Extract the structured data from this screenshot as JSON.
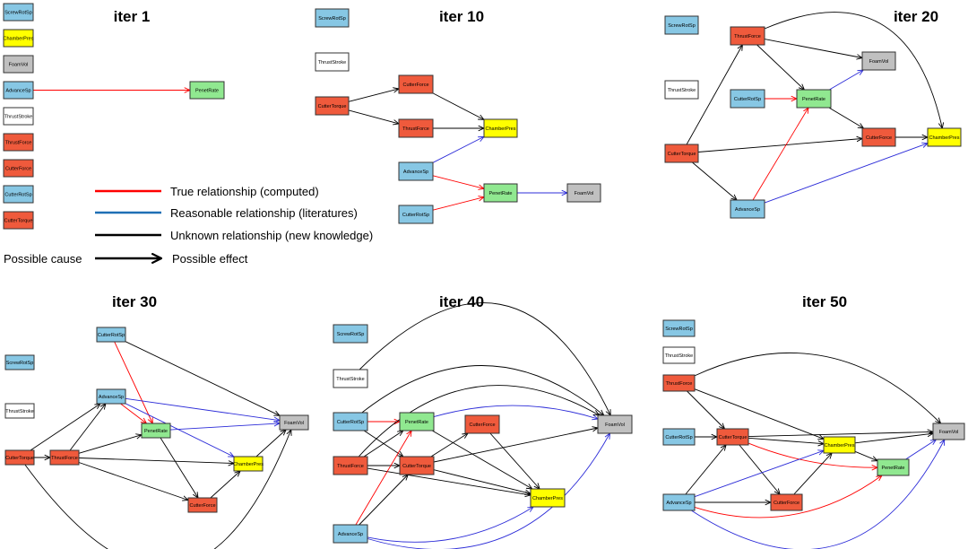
{
  "colors": {
    "red": "#ef5a3c",
    "blue": "#87c7e4",
    "yellow": "#ffff00",
    "gray": "#c0c0c0",
    "green": "#90e890",
    "white": "#ffffff",
    "edge_true": "#ff0000",
    "edge_reasonable": "#1f6fb5",
    "edge_blue": "#2c2cd8",
    "edge_unknown": "#000000"
  },
  "legend": {
    "true_label": "True relationship (computed)",
    "reasonable_label": "Reasonable relationship (literatures)",
    "unknown_label": "Unknown relationship (new knowledge)",
    "cause_label": "Possible cause",
    "effect_label": "Possible effect"
  },
  "panels": [
    {
      "title": "iter 1",
      "nodes": [
        {
          "id": "ScrewRotSp",
          "label": "ScrewRotSp",
          "color": "blue"
        },
        {
          "id": "ChamberPres",
          "label": "ChamberPres",
          "color": "yellow"
        },
        {
          "id": "FoamVol",
          "label": "FoamVol",
          "color": "gray"
        },
        {
          "id": "AdvanceSp",
          "label": "AdvanceSp",
          "color": "blue"
        },
        {
          "id": "ThrustStroke",
          "label": "ThrustStroke",
          "color": "white"
        },
        {
          "id": "ThrustForce",
          "label": "ThrustForce",
          "color": "red"
        },
        {
          "id": "CutterForce",
          "label": "CutterForce",
          "color": "red"
        },
        {
          "id": "CutterRotSp",
          "label": "CutterRotSp",
          "color": "blue"
        },
        {
          "id": "CutterTorque",
          "label": "CutterTorque",
          "color": "red"
        },
        {
          "id": "PenetRate",
          "label": "PenetRate",
          "color": "green"
        }
      ],
      "edges": [
        {
          "from": "AdvanceSp",
          "to": "PenetRate",
          "kind": "true"
        }
      ]
    },
    {
      "title": "iter 10",
      "nodes": [
        {
          "id": "ScrewRotSp",
          "label": "ScrewRotSp",
          "color": "blue"
        },
        {
          "id": "ThrustStroke",
          "label": "ThrustStroke",
          "color": "white"
        },
        {
          "id": "CutterTorque",
          "label": "CutterTorque",
          "color": "red"
        },
        {
          "id": "CutterForce",
          "label": "CutterForce",
          "color": "red"
        },
        {
          "id": "ThrustForce",
          "label": "ThrustForce",
          "color": "red"
        },
        {
          "id": "ChamberPres",
          "label": "ChamberPres",
          "color": "yellow"
        },
        {
          "id": "AdvanceSp",
          "label": "AdvanceSp",
          "color": "blue"
        },
        {
          "id": "PenetRate",
          "label": "PenetRate",
          "color": "green"
        },
        {
          "id": "FoamVol",
          "label": "FoamVol",
          "color": "gray"
        },
        {
          "id": "CutterRotSp",
          "label": "CutterRotSp",
          "color": "blue"
        }
      ],
      "edges": [
        {
          "from": "CutterTorque",
          "to": "CutterForce",
          "kind": "unknown"
        },
        {
          "from": "CutterTorque",
          "to": "ThrustForce",
          "kind": "unknown"
        },
        {
          "from": "CutterForce",
          "to": "ChamberPres",
          "kind": "unknown"
        },
        {
          "from": "ThrustForce",
          "to": "ChamberPres",
          "kind": "unknown"
        },
        {
          "from": "AdvanceSp",
          "to": "ChamberPres",
          "kind": "blue"
        },
        {
          "from": "AdvanceSp",
          "to": "PenetRate",
          "kind": "true"
        },
        {
          "from": "CutterRotSp",
          "to": "PenetRate",
          "kind": "true"
        },
        {
          "from": "PenetRate",
          "to": "FoamVol",
          "kind": "blue"
        }
      ]
    },
    {
      "title": "iter 20",
      "nodes": [
        {
          "id": "ScrewRotSp",
          "label": "ScrewRotSp",
          "color": "blue"
        },
        {
          "id": "ThrustForce",
          "label": "ThrustForce",
          "color": "red"
        },
        {
          "id": "FoamVol",
          "label": "FoamVol",
          "color": "gray"
        },
        {
          "id": "ThrustStroke",
          "label": "ThrustStroke",
          "color": "white"
        },
        {
          "id": "CutterRotSp",
          "label": "CutterRotSp",
          "color": "blue"
        },
        {
          "id": "PenetRate",
          "label": "PenetRate",
          "color": "green"
        },
        {
          "id": "CutterForce",
          "label": "CutterForce",
          "color": "red"
        },
        {
          "id": "ChamberPres",
          "label": "ChamberPres",
          "color": "yellow"
        },
        {
          "id": "CutterTorque",
          "label": "CutterTorque",
          "color": "red"
        },
        {
          "id": "AdvanceSp",
          "label": "AdvanceSp",
          "color": "blue"
        }
      ],
      "edges": [
        {
          "from": "CutterTorque",
          "to": "ThrustForce",
          "kind": "unknown"
        },
        {
          "from": "ThrustForce",
          "to": "FoamVol",
          "kind": "unknown"
        },
        {
          "from": "ThrustForce",
          "to": "PenetRate",
          "kind": "unknown"
        },
        {
          "from": "ThrustForce",
          "to": "ChamberPres",
          "kind": "unknown",
          "curve": -60
        },
        {
          "from": "CutterRotSp",
          "to": "PenetRate",
          "kind": "true"
        },
        {
          "from": "PenetRate",
          "to": "FoamVol",
          "kind": "blue"
        },
        {
          "from": "PenetRate",
          "to": "CutterForce",
          "kind": "unknown"
        },
        {
          "from": "CutterForce",
          "to": "ChamberPres",
          "kind": "unknown"
        },
        {
          "from": "CutterTorque",
          "to": "CutterForce",
          "kind": "unknown"
        },
        {
          "from": "CutterTorque",
          "to": "AdvanceSp",
          "kind": "unknown"
        },
        {
          "from": "AdvanceSp",
          "to": "PenetRate",
          "kind": "true"
        },
        {
          "from": "AdvanceSp",
          "to": "ChamberPres",
          "kind": "blue"
        }
      ]
    },
    {
      "title": "iter 30",
      "nodes": [
        {
          "id": "CutterRotSp",
          "label": "CutterRotSp",
          "color": "blue"
        },
        {
          "id": "ScrewRotSp",
          "label": "ScrewRotSp",
          "color": "blue"
        },
        {
          "id": "AdvanceSp",
          "label": "AdvanceSp",
          "color": "blue"
        },
        {
          "id": "FoamVol",
          "label": "FoamVol",
          "color": "gray"
        },
        {
          "id": "ThrustStroke",
          "label": "ThrustStroke",
          "color": "white"
        },
        {
          "id": "PenetRate",
          "label": "PenetRate",
          "color": "green"
        },
        {
          "id": "CutterTorque",
          "label": "CutterTorque",
          "color": "red"
        },
        {
          "id": "ThrustForce",
          "label": "ThrustForce",
          "color": "red"
        },
        {
          "id": "ChamberPres",
          "label": "ChamberPres",
          "color": "yellow"
        },
        {
          "id": "CutterForce",
          "label": "CutterForce",
          "color": "red"
        }
      ],
      "edges": [
        {
          "from": "CutterRotSp",
          "to": "PenetRate",
          "kind": "true"
        },
        {
          "from": "CutterRotSp",
          "to": "FoamVol",
          "kind": "unknown"
        },
        {
          "from": "AdvanceSp",
          "to": "PenetRate",
          "kind": "true"
        },
        {
          "from": "AdvanceSp",
          "to": "FoamVol",
          "kind": "blue"
        },
        {
          "from": "AdvanceSp",
          "to": "ChamberPres",
          "kind": "blue"
        },
        {
          "from": "PenetRate",
          "to": "FoamVol",
          "kind": "blue"
        },
        {
          "from": "PenetRate",
          "to": "CutterForce",
          "kind": "unknown"
        },
        {
          "from": "CutterTorque",
          "to": "ThrustForce",
          "kind": "unknown"
        },
        {
          "from": "CutterTorque",
          "to": "AdvanceSp",
          "kind": "unknown"
        },
        {
          "from": "ThrustForce",
          "to": "AdvanceSp",
          "kind": "unknown"
        },
        {
          "from": "ThrustForce",
          "to": "PenetRate",
          "kind": "unknown"
        },
        {
          "from": "ThrustForce",
          "to": "ChamberPres",
          "kind": "unknown"
        },
        {
          "from": "ThrustForce",
          "to": "CutterForce",
          "kind": "unknown"
        },
        {
          "from": "CutterForce",
          "to": "ChamberPres",
          "kind": "unknown"
        },
        {
          "from": "ChamberPres",
          "to": "FoamVol",
          "kind": "unknown"
        },
        {
          "from": "CutterTorque",
          "to": "FoamVol",
          "kind": "unknown",
          "curve": 90
        }
      ]
    },
    {
      "title": "iter 40",
      "nodes": [
        {
          "id": "ScrewRotSp",
          "label": "ScrewRotSp",
          "color": "blue"
        },
        {
          "id": "ThrustStroke",
          "label": "ThrustStroke",
          "color": "white"
        },
        {
          "id": "CutterRotSp",
          "label": "CutterRotSp",
          "color": "blue"
        },
        {
          "id": "PenetRate",
          "label": "PenetRate",
          "color": "green"
        },
        {
          "id": "CutterForce",
          "label": "CutterForce",
          "color": "red"
        },
        {
          "id": "FoamVol",
          "label": "FoamVol",
          "color": "gray"
        },
        {
          "id": "ThrustForce",
          "label": "ThrustForce",
          "color": "red"
        },
        {
          "id": "CutterTorque",
          "label": "CutterTorque",
          "color": "red"
        },
        {
          "id": "ChamberPres",
          "label": "ChamberPres",
          "color": "yellow"
        },
        {
          "id": "AdvanceSp",
          "label": "AdvanceSp",
          "color": "blue"
        }
      ],
      "edges": [
        {
          "from": "ThrustStroke",
          "to": "FoamVol",
          "kind": "unknown",
          "curve": -70
        },
        {
          "from": "CutterRotSp",
          "to": "PenetRate",
          "kind": "true"
        },
        {
          "from": "CutterRotSp",
          "to": "FoamVol",
          "kind": "unknown",
          "curve": -40
        },
        {
          "from": "CutterRotSp",
          "to": "CutterTorque",
          "kind": "unknown"
        },
        {
          "from": "PenetRate",
          "to": "FoamVol",
          "kind": "blue",
          "curve": -15
        },
        {
          "from": "PenetRate",
          "to": "ChamberPres",
          "kind": "unknown"
        },
        {
          "from": "CutterForce",
          "to": "ChamberPres",
          "kind": "unknown"
        },
        {
          "from": "ThrustForce",
          "to": "PenetRate",
          "kind": "unknown"
        },
        {
          "from": "ThrustForce",
          "to": "CutterTorque",
          "kind": "unknown"
        },
        {
          "from": "ThrustForce",
          "to": "FoamVol",
          "kind": "unknown",
          "curve": -40
        },
        {
          "from": "ThrustForce",
          "to": "ChamberPres",
          "kind": "unknown"
        },
        {
          "from": "CutterTorque",
          "to": "CutterForce",
          "kind": "unknown"
        },
        {
          "from": "CutterTorque",
          "to": "FoamVol",
          "kind": "unknown"
        },
        {
          "from": "CutterTorque",
          "to": "ChamberPres",
          "kind": "unknown"
        },
        {
          "from": "AdvanceSp",
          "to": "PenetRate",
          "kind": "true"
        },
        {
          "from": "AdvanceSp",
          "to": "CutterTorque",
          "kind": "unknown"
        },
        {
          "from": "AdvanceSp",
          "to": "ChamberPres",
          "kind": "blue",
          "curve": 20
        },
        {
          "from": "AdvanceSp",
          "to": "FoamVol",
          "kind": "blue",
          "curve": 40
        }
      ]
    },
    {
      "title": "iter 50",
      "nodes": [
        {
          "id": "ScrewRotSp",
          "label": "ScrewRotSp",
          "color": "blue"
        },
        {
          "id": "ThrustStroke",
          "label": "ThrustStroke",
          "color": "white"
        },
        {
          "id": "ThrustForce",
          "label": "ThrustForce",
          "color": "red"
        },
        {
          "id": "CutterRotSp",
          "label": "CutterRotSp",
          "color": "blue"
        },
        {
          "id": "CutterTorque",
          "label": "CutterTorque",
          "color": "red"
        },
        {
          "id": "ChamberPres",
          "label": "ChamberPres",
          "color": "yellow"
        },
        {
          "id": "FoamVol",
          "label": "FoamVol",
          "color": "gray"
        },
        {
          "id": "PenetRate",
          "label": "PenetRate",
          "color": "green"
        },
        {
          "id": "AdvanceSp",
          "label": "AdvanceSp",
          "color": "blue"
        },
        {
          "id": "CutterForce",
          "label": "CutterForce",
          "color": "red"
        }
      ],
      "edges": [
        {
          "from": "ThrustForce",
          "to": "CutterTorque",
          "kind": "unknown"
        },
        {
          "from": "ThrustForce",
          "to": "ChamberPres",
          "kind": "unknown"
        },
        {
          "from": "ThrustForce",
          "to": "FoamVol",
          "kind": "unknown",
          "curve": -35
        },
        {
          "from": "CutterRotSp",
          "to": "CutterTorque",
          "kind": "unknown"
        },
        {
          "from": "CutterTorque",
          "to": "FoamVol",
          "kind": "unknown"
        },
        {
          "from": "CutterTorque",
          "to": "ChamberPres",
          "kind": "unknown"
        },
        {
          "from": "CutterTorque",
          "to": "PenetRate",
          "kind": "true",
          "curve": 10
        },
        {
          "from": "CutterTorque",
          "to": "CutterForce",
          "kind": "unknown"
        },
        {
          "from": "ChamberPres",
          "to": "FoamVol",
          "kind": "unknown"
        },
        {
          "from": "ChamberPres",
          "to": "PenetRate",
          "kind": "unknown"
        },
        {
          "from": "PenetRate",
          "to": "FoamVol",
          "kind": "blue"
        },
        {
          "from": "AdvanceSp",
          "to": "CutterTorque",
          "kind": "unknown"
        },
        {
          "from": "AdvanceSp",
          "to": "ChamberPres",
          "kind": "blue"
        },
        {
          "from": "AdvanceSp",
          "to": "CutterForce",
          "kind": "unknown"
        },
        {
          "from": "AdvanceSp",
          "to": "PenetRate",
          "kind": "true",
          "curve": 25
        },
        {
          "from": "AdvanceSp",
          "to": "FoamVol",
          "kind": "blue",
          "curve": 55
        },
        {
          "from": "CutterForce",
          "to": "ChamberPres",
          "kind": "unknown"
        }
      ]
    }
  ]
}
